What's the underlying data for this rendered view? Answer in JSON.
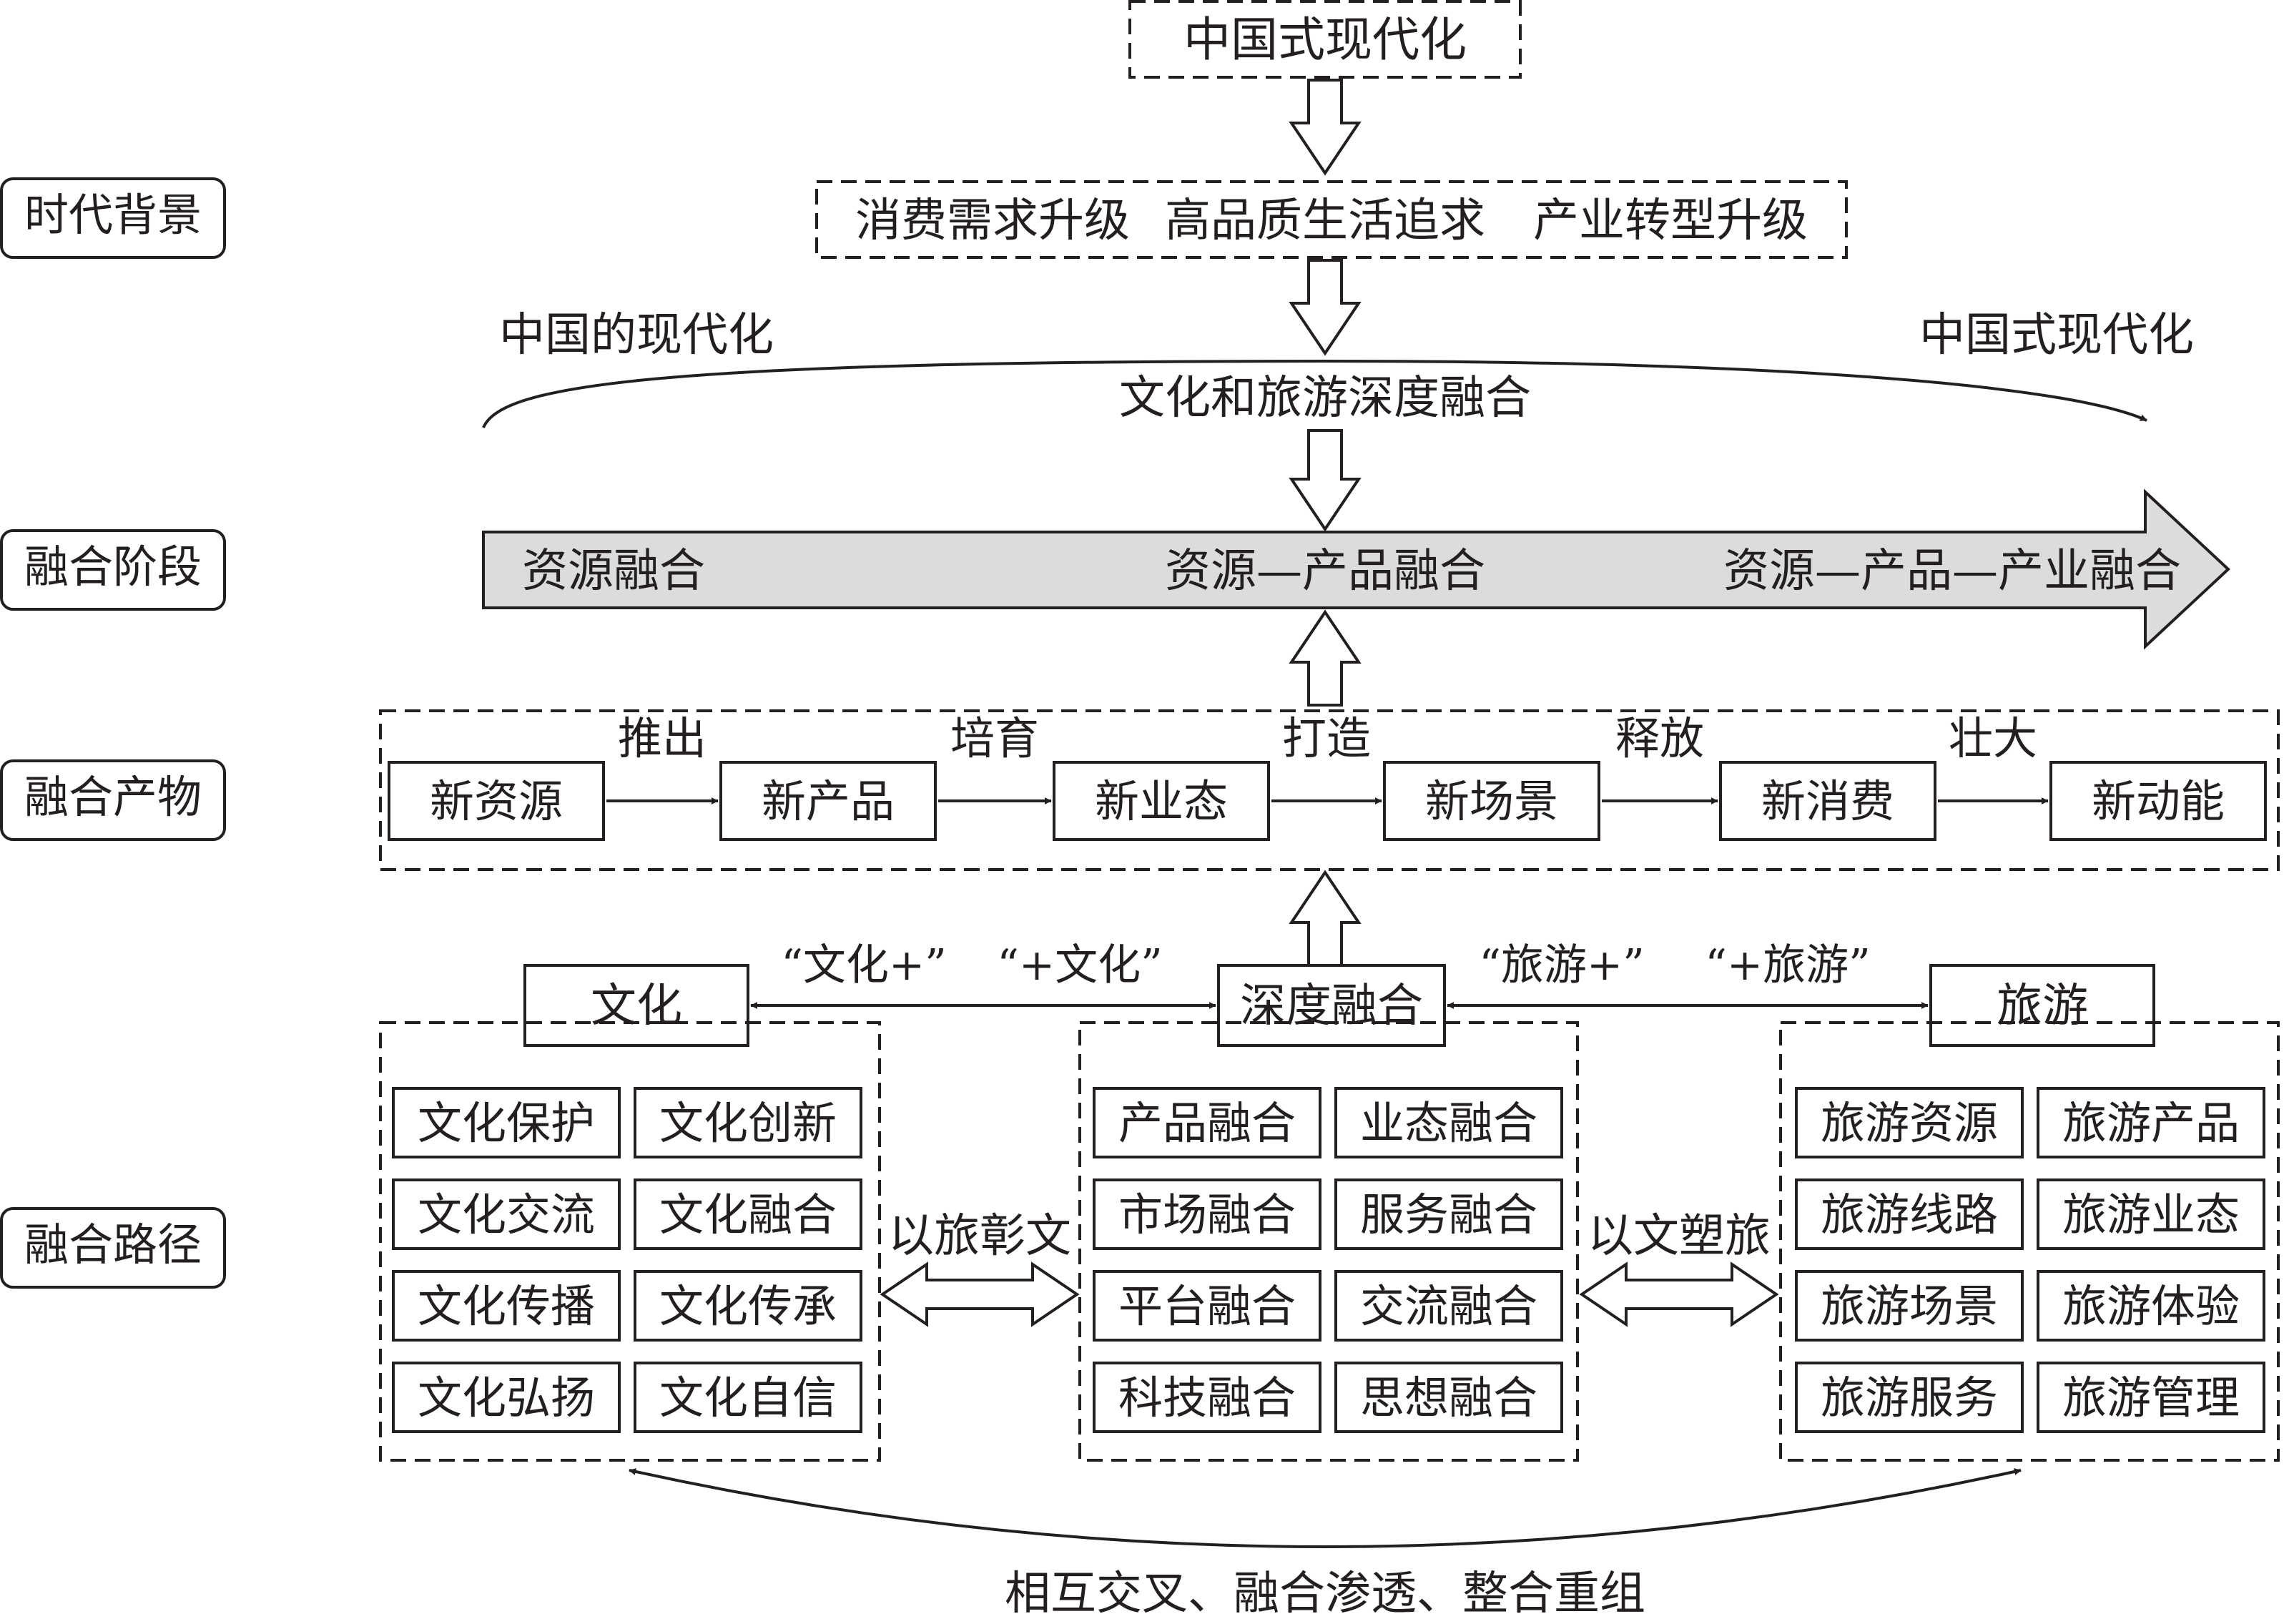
{
  "title": "中国式现代化",
  "background_items": [
    "消费需求升级",
    "高品质生活追求",
    "产业转型升级"
  ],
  "left_stage_label": "中国的现代化",
  "right_stage_label": "中国式现代化",
  "center_label": "文化和旅游深度融合",
  "row_labels": {
    "background": "时代背景",
    "stage": "融合阶段",
    "product": "融合产物",
    "path": "融合路径"
  },
  "stages": [
    "资源融合",
    "资源—产品融合",
    "资源—产品—产业融合"
  ],
  "products": [
    "新资源",
    "新产品",
    "新业态",
    "新场景",
    "新消费",
    "新动能"
  ],
  "product_verbs": [
    "推出",
    "培育",
    "打造",
    "释放",
    "壮大"
  ],
  "culture": {
    "header": "文化",
    "items": [
      "文化保护",
      "文化创新",
      "文化交流",
      "文化融合",
      "文化传播",
      "文化传承",
      "文化弘扬",
      "文化自信"
    ]
  },
  "fusion": {
    "header": "深度融合",
    "items": [
      "产品融合",
      "业态融合",
      "市场融合",
      "服务融合",
      "平台融合",
      "交流融合",
      "科技融合",
      "思想融合"
    ]
  },
  "tourism": {
    "header": "旅游",
    "items": [
      "旅游资源",
      "旅游产品",
      "旅游线路",
      "旅游业态",
      "旅游场景",
      "旅游体验",
      "旅游服务",
      "旅游管理"
    ]
  },
  "link_left_labels": [
    "“文化+”",
    "“+文化”"
  ],
  "link_right_labels": [
    "“旅游+”",
    "“+旅游”"
  ],
  "mid_left_label": "以旅彰文",
  "mid_right_label": "以文塑旅",
  "bottom_label": "相互交叉、融合渗透、整合重组",
  "colors": {
    "stroke": "#231f20",
    "band_fill": "#dcdcdc",
    "background": "#ffffff"
  }
}
